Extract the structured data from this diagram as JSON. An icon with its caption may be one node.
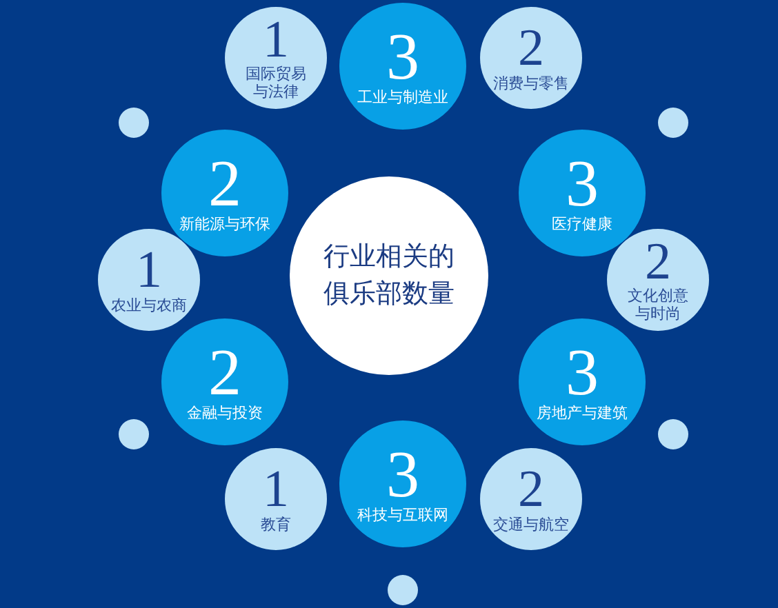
{
  "diagram": {
    "nodes": [
      {
        "text": [
          "行业相关的俱乐部数量"
        ]
      },
      {
        "text": [
          "1",
          "国际贸易与法律"
        ]
      },
      {
        "text": [
          "3",
          "工业与制造业"
        ]
      },
      {
        "text": [
          "2",
          "消费与零售"
        ]
      },
      {
        "text": [],
        "shape": "circle"
      },
      {
        "text": [],
        "shape": "circle"
      },
      {
        "text": [
          "2",
          "新能源与环保"
        ]
      },
      {
        "text": [
          "3",
          "医疗健康"
        ]
      },
      {
        "text": [
          "1",
          "农业与农商"
        ]
      },
      {
        "text": [
          "2",
          "文化创意与时尚"
        ]
      },
      {
        "text": [
          "2",
          "金融与投资"
        ]
      },
      {
        "text": [
          "3",
          "房地产与建筑"
        ]
      },
      {
        "text": [],
        "shape": "circle"
      },
      {
        "text": [],
        "shape": "circle"
      },
      {
        "text": [
          "1",
          "教育"
        ]
      },
      {
        "text": [
          "3",
          "科技与互联网"
        ]
      },
      {
        "text": [
          "2",
          "交通与航空"
        ]
      },
      {
        "text": [],
        "shape": "circle"
      }
    ]
  }
}
